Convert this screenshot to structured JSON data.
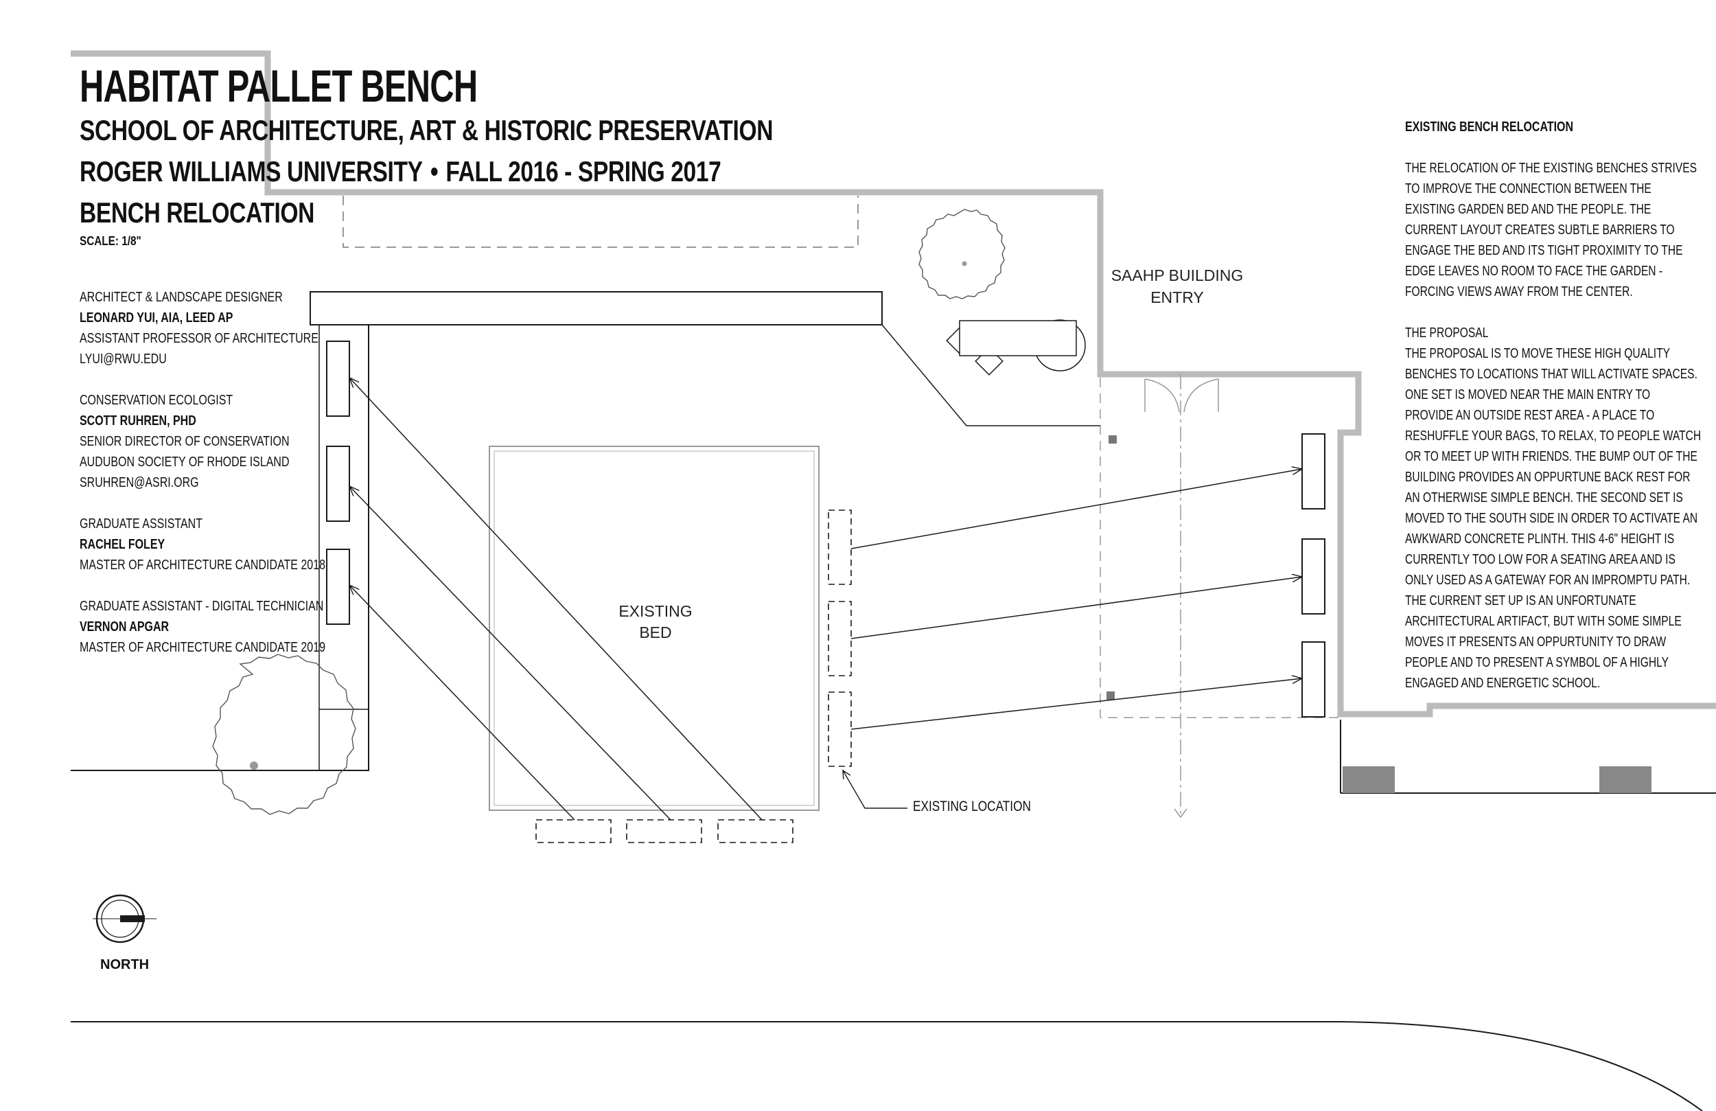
{
  "title": {
    "main": "HABITAT PALLET BENCH",
    "school": "SCHOOL OF ARCHITECTURE, ART & HISTORIC PRESERVATION",
    "university": "ROGER WILLIAMS UNIVERSITY",
    "bullet": "•",
    "term": "FALL 2016 - SPRING 2017",
    "sheet": "BENCH RELOCATION",
    "scale": "SCALE: 1/8\""
  },
  "credits": [
    {
      "role": "ARCHITECT & LANDSCAPE DESIGNER",
      "name": "LEONARD YUI, AIA, LEED AP",
      "details": [
        "ASSISTANT PROFESSOR OF ARCHITECTURE",
        "LYUI@RWU.EDU"
      ]
    },
    {
      "role": "CONSERVATION ECOLOGIST",
      "name": "SCOTT RUHREN, PHD",
      "details": [
        "SENIOR DIRECTOR OF CONSERVATION",
        "AUDUBON SOCIETY OF RHODE ISLAND",
        "SRUHREN@ASRI.ORG"
      ]
    },
    {
      "role": "GRADUATE ASSISTANT",
      "name": "RACHEL FOLEY",
      "details": [
        "MASTER OF ARCHITECTURE CANDIDATE 2018"
      ]
    },
    {
      "role": "GRADUATE ASSISTANT - DIGITAL TECHNICIAN",
      "name": "VERNON APGAR",
      "details": [
        "MASTER OF ARCHITECTURE CANDIDATE 2019"
      ]
    }
  ],
  "description": {
    "heading": "EXISTING BENCH RELOCATION",
    "paragraph1": [
      "THE RELOCATION OF THE EXISTING BENCHES STRIVES",
      "TO IMPROVE THE CONNECTION BETWEEN THE",
      "EXISTING GARDEN BED AND THE PEOPLE. THE",
      "CURRENT LAYOUT CREATES SUBTLE BARRIERS TO",
      "ENGAGE THE BED AND ITS TIGHT PROXIMITY TO THE",
      "EDGE  LEAVES NO ROOM TO FACE THE GARDEN -",
      "FORCING VIEWS AWAY FROM THE CENTER."
    ],
    "paragraph2": [
      "THE PROPOSAL",
      "THE PROPOSAL IS TO MOVE THESE HIGH QUALITY",
      "BENCHES TO LOCATIONS THAT WILL ACTIVATE SPACES.",
      "ONE SET IS MOVED NEAR THE MAIN ENTRY TO",
      "PROVIDE AN OUTSIDE REST AREA - A PLACE TO",
      "RESHUFFLE YOUR BAGS, TO RELAX, TO PEOPLE WATCH",
      "OR TO MEET UP WITH FRIENDS. THE BUMP OUT OF THE",
      "BUILDING PROVIDES AN OPPURTUNE BACK REST FOR",
      "AN OTHERWISE SIMPLE BENCH. THE SECOND SET IS",
      "MOVED TO THE SOUTH SIDE IN ORDER TO ACTIVATE AN",
      "AWKWARD CONCRETE PLINTH. THIS 4-6\" HEIGHT IS",
      "CURRENTLY TOO LOW FOR A SEATING AREA AND IS",
      "ONLY USED AS A GATEWAY FOR AN IMPROMPTU PATH.",
      "THE CURRENT SET UP IS AN UNFORTUNATE",
      "ARCHITECTURAL ARTIFACT, BUT WITH SOME SIMPLE",
      "MOVES IT PRESENTS AN OPPURTUNITY TO DRAW",
      "PEOPLE AND TO PRESENT A SYMBOL OF A HIGHLY",
      "ENGAGED AND ENERGETIC SCHOOL."
    ]
  },
  "plan": {
    "bed_label": [
      "EXISTING",
      "BED"
    ],
    "entry_label": [
      "SAAHP BUILDING",
      "ENTRY"
    ],
    "existing_location_label": "EXISTING LOCATION",
    "north_label": "NORTH"
  },
  "colors": {
    "building_outline": "#bbbbbb",
    "line": "#1a1a1a",
    "dashed": "#555555",
    "paving_block": "#888888",
    "column_marker": "#777777",
    "tree_dot": "#999999"
  },
  "icons": [
    "north-arrow-icon",
    "arrow-icon",
    "tree-icon",
    "door-icon"
  ]
}
